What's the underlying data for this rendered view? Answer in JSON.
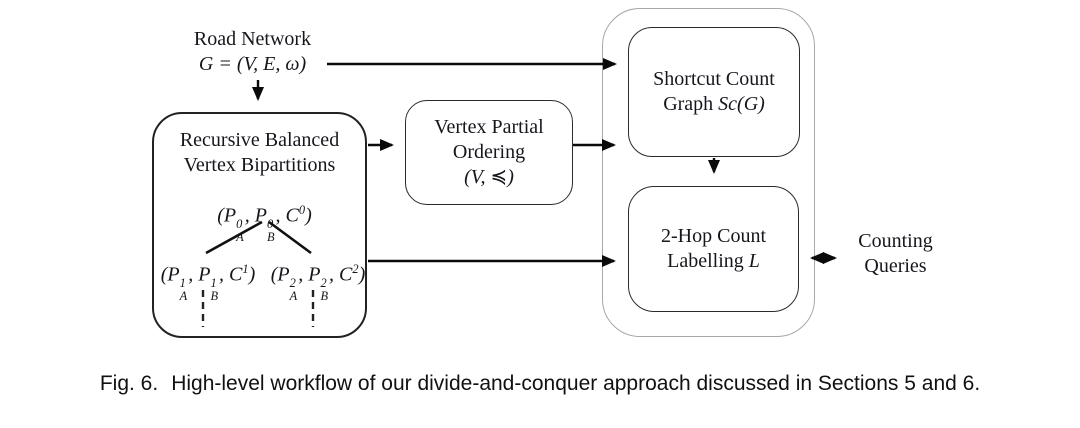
{
  "diagram": {
    "source": {
      "line1": "Road Network",
      "line2": "G = (V, E, ω)"
    },
    "bipartition_box": {
      "title_line1": "Recursive Balanced",
      "title_line2": "Vertex Bipartitions",
      "tree": {
        "root": "(P_A^0, P_B^0, C^0)",
        "left_child": "(P_A^1, P_B^1, C^1)",
        "right_child": "(P_A^2, P_B^2, C^2)"
      }
    },
    "ordering_box": {
      "line1": "Vertex Partial",
      "line2": "Ordering",
      "math": "(V, ≼)"
    },
    "shortcut_box": {
      "line1": "Shortcut Count",
      "line2_text": "Graph",
      "line2_math": "Sc(G)"
    },
    "labelling_box": {
      "line1": "2-Hop Count",
      "line2_text": "Labelling",
      "line2_math": "L"
    },
    "queries": {
      "line1": "Counting",
      "line2": "Queries"
    }
  },
  "caption": {
    "label": "Fig. 6.",
    "text": "High-level workflow of our divide-and-conquer approach discussed in Sections 5 and 6."
  },
  "colors": {
    "arrow": "#0a0a0a",
    "inner_box_border": "#2b2b2b",
    "outer_container_border": "#a8a8a8",
    "text": "#16161d"
  }
}
